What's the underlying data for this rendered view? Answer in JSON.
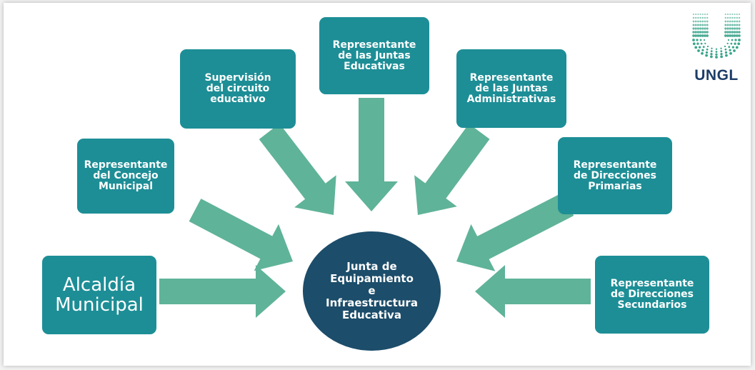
{
  "colors": {
    "box": "#1d8e96",
    "arrow": "#5fb398",
    "center": "#1c4d6a",
    "logo_dots": "#3aa58c",
    "logo_text": "#1c3d68"
  },
  "center": {
    "label": "Junta de\nEquipamiento\ne\nInfraestructura\nEducativa"
  },
  "nodes": [
    {
      "id": "alcaldia",
      "label": "Alcaldía\nMunicipal"
    },
    {
      "id": "concejo",
      "label": "Representante\ndel Concejo\nMunicipal"
    },
    {
      "id": "supervision",
      "label": "Supervisión\ndel circuito\neducativo"
    },
    {
      "id": "juntas-educativas",
      "label": "Representante\nde las Juntas\nEducativas"
    },
    {
      "id": "juntas-administrativas",
      "label": "Representante\nde las Juntas\nAdministrativas"
    },
    {
      "id": "direcciones-primarias",
      "label": "Representante\nde Direcciones\nPrimarias"
    },
    {
      "id": "direcciones-secundarios",
      "label": "Representante\nde Direcciones\nSecundarios"
    }
  ],
  "logo": {
    "text": "UNGL",
    "icon": "u-dots-icon"
  }
}
